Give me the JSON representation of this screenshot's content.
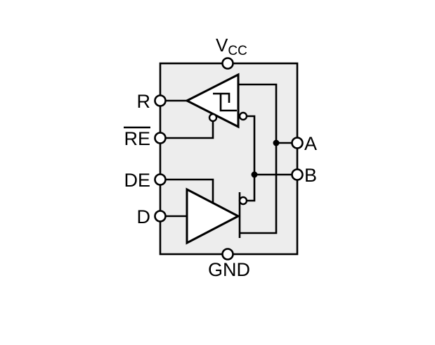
{
  "diagram": {
    "kind": "transceiver-functional-block-diagram",
    "pins": {
      "vcc": {
        "label": "V",
        "subscript": "CC",
        "side": "top"
      },
      "r": {
        "label": "R",
        "side": "left"
      },
      "re": {
        "label": "RE",
        "overline": true,
        "side": "left"
      },
      "de": {
        "label": "DE",
        "side": "left"
      },
      "d": {
        "label": "D",
        "side": "left"
      },
      "a": {
        "label": "A",
        "side": "right"
      },
      "b": {
        "label": "B",
        "side": "right"
      },
      "gnd": {
        "label": "GND",
        "side": "bottom"
      }
    },
    "colors": {
      "line": "#000000",
      "chip_fill": "#ededed",
      "shape_fill": "#ffffff",
      "background": "#ffffff"
    }
  }
}
